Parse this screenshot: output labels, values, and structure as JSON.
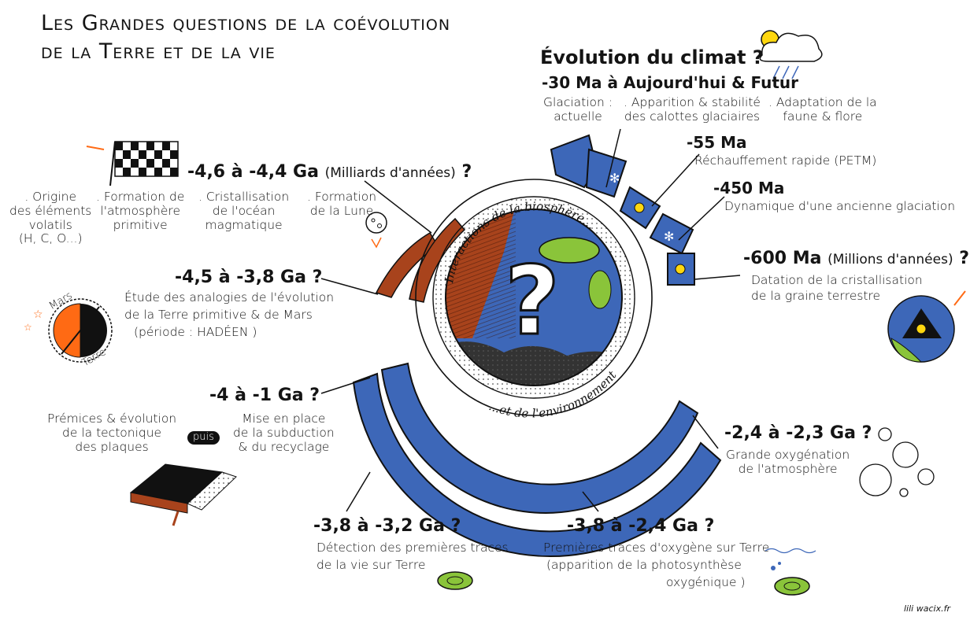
{
  "title": {
    "line1": "Les Grandes questions de la coévolution",
    "line2": "de la Terre et de la vie"
  },
  "center": {
    "question_mark": "?",
    "arc_top": "Interactions de la biosphère...",
    "arc_bottom": "...et de l'environnement"
  },
  "climate": {
    "heading": "Évolution du climat ?",
    "period": "-30 Ma à Aujourd'hui & Futur",
    "items": [
      {
        "line1": "Glaciation :",
        "line2": "actuelle"
      },
      {
        "line1": ". Apparition & stabilité",
        "line2": "des calottes glaciaires"
      },
      {
        "line1": ". Adaptation de la",
        "line2": "faune & flore"
      }
    ],
    "ma55": {
      "date": "-55 Ma",
      "text": "Réchauffement rapide (PETM)"
    },
    "ma450": {
      "date": "-450 Ma",
      "text": "Dynamique d'une ancienne glaciation"
    }
  },
  "ma600": {
    "date": "-600 Ma",
    "unit": "(Millions d'années)",
    "q": "?",
    "line1": "Datation de la cristallisation",
    "line2": "de la graine terrestre"
  },
  "ga46": {
    "date": "-4,6 à -4,4 Ga",
    "unit": "(Milliards d'années)",
    "q": "?",
    "items": [
      {
        "lines": [
          ". Origine",
          "des éléments",
          "volatils",
          "(H, C, O...)"
        ]
      },
      {
        "lines": [
          ". Formation de",
          "l'atmosphère",
          "primitive"
        ]
      },
      {
        "lines": [
          ". Cristallisation",
          "de l'océan",
          "magmatique"
        ]
      },
      {
        "lines": [
          ". Formation",
          "de la Lune"
        ]
      }
    ]
  },
  "ga45": {
    "date": "-4,5 à -3,8 Ga ?",
    "line1": "Étude des analogies de l'évolution",
    "line2": "de la Terre primitive & de Mars",
    "line3": "(période : HADÉEN )",
    "mars": "Mars",
    "terre": "Terre"
  },
  "ga4": {
    "date": "-4 à -1 Ga ?",
    "left1": "Prémices & évolution",
    "left2": "de la tectonique",
    "left3": "des plaques",
    "puis": "puis",
    "right1": "Mise en place",
    "right2": "de la subduction",
    "right3": "& du recyclage"
  },
  "ga24": {
    "date": "-2,4 à -2,3 Ga ?",
    "line1": "Grande oxygénation",
    "line2": "de l'atmosphère"
  },
  "ga38a": {
    "date": "-3,8 à -3,2 Ga ?",
    "line1": "Détection des premières traces",
    "line2": "de la vie sur Terre"
  },
  "ga38b": {
    "date": "-3,8 à -2,4 Ga ?",
    "line1": "Premières traces d'oxygène sur Terre",
    "line2": "(apparition de la photosynthèse",
    "line3": "oxygénique )"
  },
  "credit": "lili wacix.fr",
  "colors": {
    "blue": "#3d67b8",
    "rust": "#a8431c",
    "green": "#8ac43a",
    "yellow": "#ffd70f",
    "orange": "#ff6a14"
  }
}
